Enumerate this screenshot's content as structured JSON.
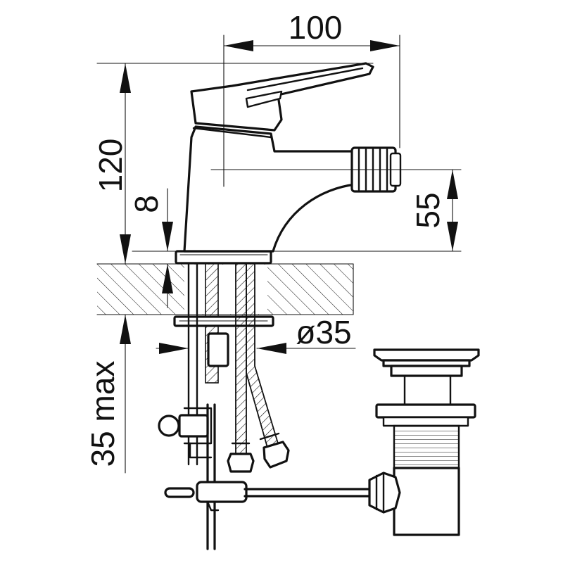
{
  "dimensions": {
    "width_top": "100",
    "height_total": "120",
    "height_outlet": "55",
    "base_thickness": "8",
    "hole_diameter": "ø35",
    "deck_max": "35 max"
  },
  "colors": {
    "line": "#111111",
    "background": "#ffffff"
  }
}
